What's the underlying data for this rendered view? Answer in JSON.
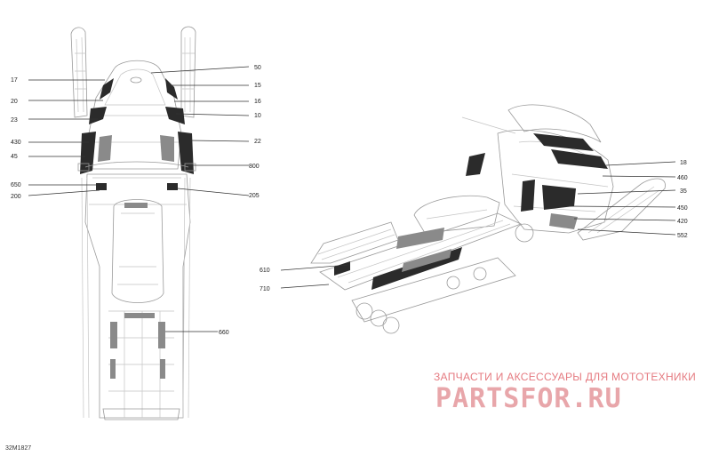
{
  "diagram": {
    "figure_code": "32M1827",
    "callouts_top_view": {
      "c17": "17",
      "c20": "20",
      "c23": "23",
      "c430": "430",
      "c45": "45",
      "c650": "650",
      "c200": "200",
      "c50": "50",
      "c15": "15",
      "c16": "16",
      "c10": "10",
      "c22": "22",
      "c800": "800",
      "c205": "205",
      "c660": "660"
    },
    "callouts_side_view": {
      "c18": "18",
      "c460": "460",
      "c35": "35",
      "c450": "450",
      "c420": "420",
      "c552": "552",
      "c610": "610",
      "c710": "710"
    }
  },
  "watermark": {
    "tagline": "ЗАПЧАСТИ И АКСЕССУАРЫ ДЛЯ МОТОТЕХНИКИ",
    "logo": "PARTSFOR.RU"
  },
  "colors": {
    "line": "#9a9a9a",
    "decal": "#2b2b2b",
    "watermark": "#e57a80"
  }
}
